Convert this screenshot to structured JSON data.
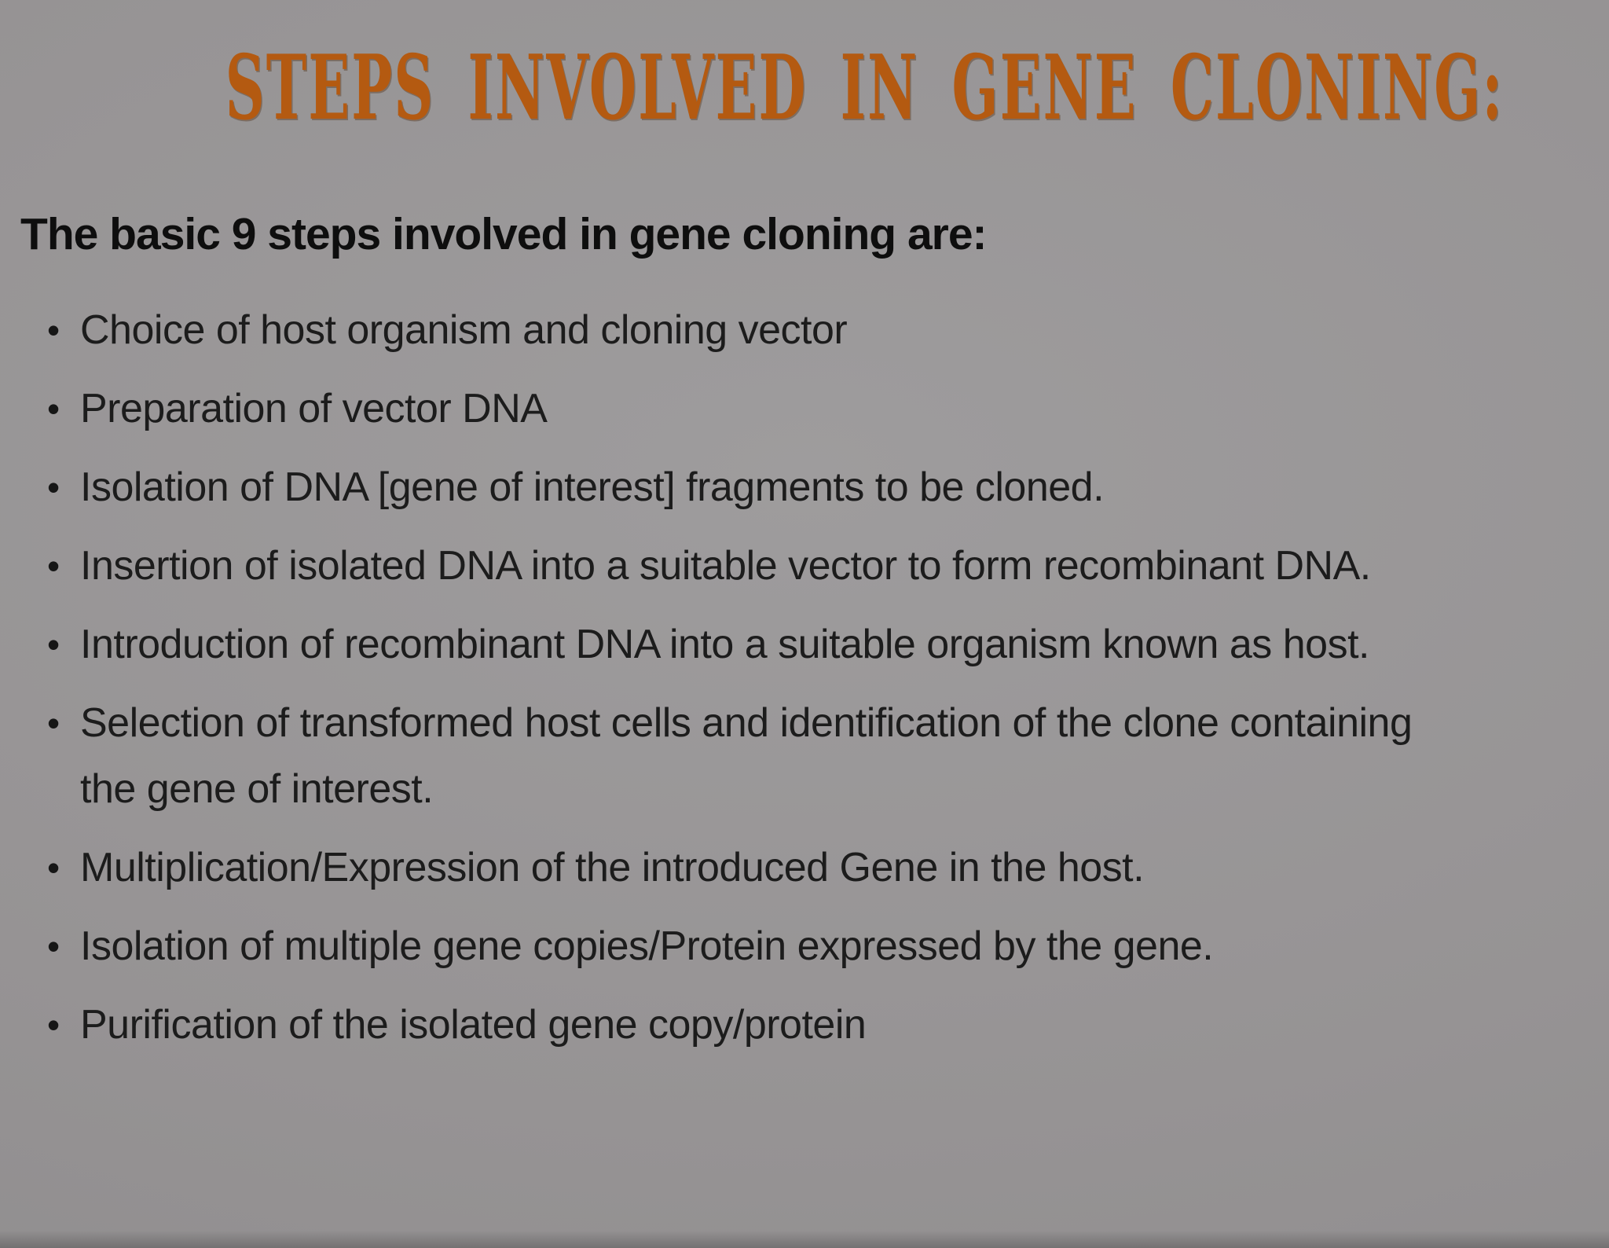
{
  "slide": {
    "title": "STEPS INVOLVED IN GENE CLONING:",
    "subtitle": "The basic 9 steps involved in gene cloning are:",
    "bullet_glyph": "•",
    "bullets": [
      "Choice of host organism and cloning vector",
      "Preparation of vector DNA",
      "Isolation of DNA [gene of interest] fragments to be cloned.",
      "Insertion of isolated DNA into a suitable vector to form recombinant DNA.",
      "Introduction of recombinant DNA into a suitable organism known as host.",
      "Selection of transformed host cells and identification of the clone containing the gene of interest.",
      "Multiplication/Expression of the introduced Gene in the host.",
      "Isolation of multiple gene copies/Protein expressed by the gene.",
      "Purification of the isolated gene copy/protein"
    ],
    "colors": {
      "title": "#b45a11",
      "body_text": "#1c1c1c",
      "background_center": "#9e9c9d",
      "background_edge": "#8d8b8c"
    }
  }
}
